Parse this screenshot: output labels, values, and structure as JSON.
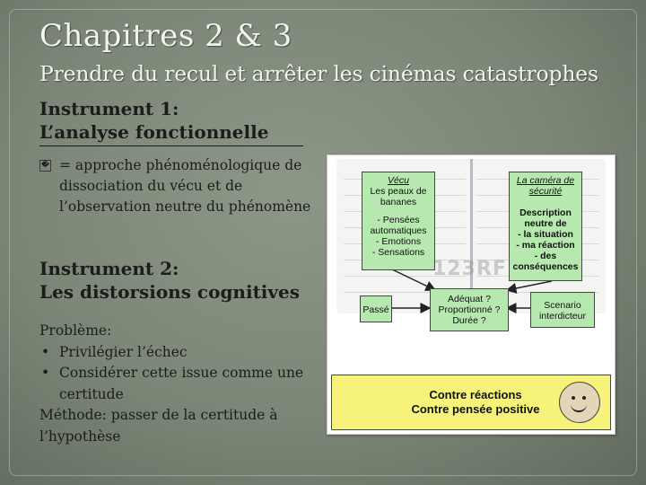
{
  "slide": {
    "title": "Chapitres 2 & 3",
    "subtitle": "Prendre du recul et arrêter les cinémas catastrophes"
  },
  "instrument1": {
    "title_line1": "Instrument 1:",
    "title_line2": "L’analyse fonctionnelle",
    "bullet_glyph": "�",
    "text": "= approche phénoménologique de dissociation du vécu et de l’observation neutre du phénomène"
  },
  "instrument2": {
    "title_line1": "Instrument 2:",
    "title_line2": "Les distorsions cognitives"
  },
  "problem": {
    "heading": "Problème:",
    "items": [
      "Privilégier l’échec",
      "Considérer cette issue comme une certitude"
    ],
    "method": "Méthode: passer de la certitude à l’hypothèse"
  },
  "diagram": {
    "watermark": "123RF",
    "vecu_box": {
      "title": "Vécu",
      "line1": "Les peaux de",
      "line2": "bananes",
      "list1": "- Pensées",
      "list2": "automatiques",
      "list3": "- Emotions",
      "list4": "- Sensations"
    },
    "camera_box": {
      "title1": "La caméra de",
      "title2": "sécurité",
      "l1": "Description",
      "l2": "neutre de",
      "l3": "- la situation",
      "l4": "- ma réaction",
      "l5": "- des",
      "l6": "conséquences"
    },
    "passe_box": "Passé",
    "center_box": {
      "l1": "Adéquat ?",
      "l2": "Proportionné ?",
      "l3": "Durée ?"
    },
    "scenario_box": {
      "l1": "Scenario",
      "l2": "interdicteur"
    },
    "bottom_bar": {
      "l1": "Contre réactions",
      "l2": "Contre pensée positive"
    },
    "colors": {
      "green_box": "#b7e8b0",
      "yellow_bar": "#f7f27a"
    }
  }
}
